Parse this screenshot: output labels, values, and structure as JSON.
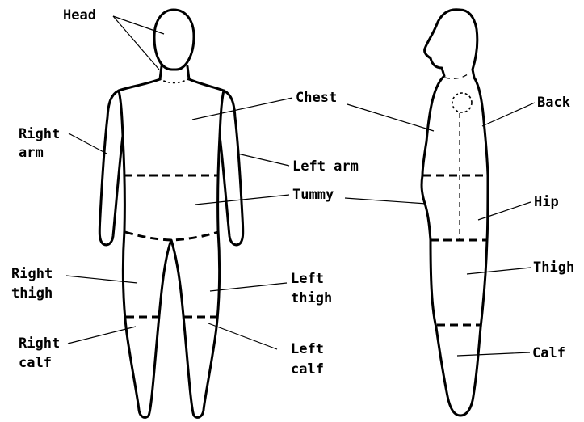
{
  "labels": {
    "head": "Head",
    "chest": "Chest",
    "right_arm_1": "Right",
    "right_arm_2": "arm",
    "left_arm": "Left arm",
    "tummy": "Tummy",
    "right_thigh_1": "Right",
    "right_thigh_2": "thigh",
    "left_thigh_1": "Left",
    "left_thigh_2": "thigh",
    "right_calf_1": "Right",
    "right_calf_2": "calf",
    "left_calf_1": "Left",
    "left_calf_2": "calf",
    "back": "Back",
    "hip": "Hip",
    "thigh": "Thigh",
    "calf": "Calf"
  }
}
